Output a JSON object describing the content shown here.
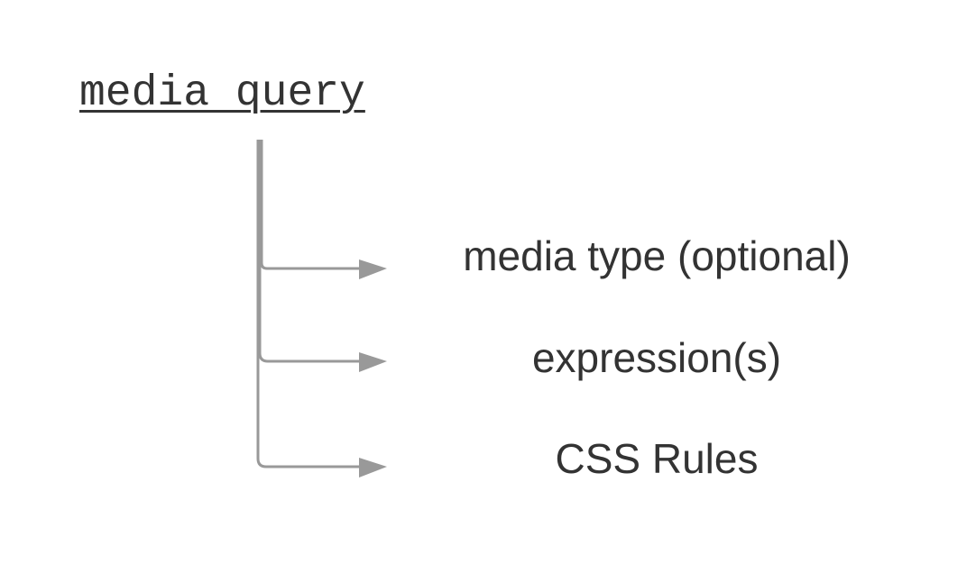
{
  "root": {
    "label": "media query"
  },
  "children": [
    {
      "label": "media type (optional)"
    },
    {
      "label": "expression(s)"
    },
    {
      "label": "CSS Rules"
    }
  ],
  "colors": {
    "text": "#333333",
    "connector": "#999999",
    "background": "#ffffff"
  }
}
